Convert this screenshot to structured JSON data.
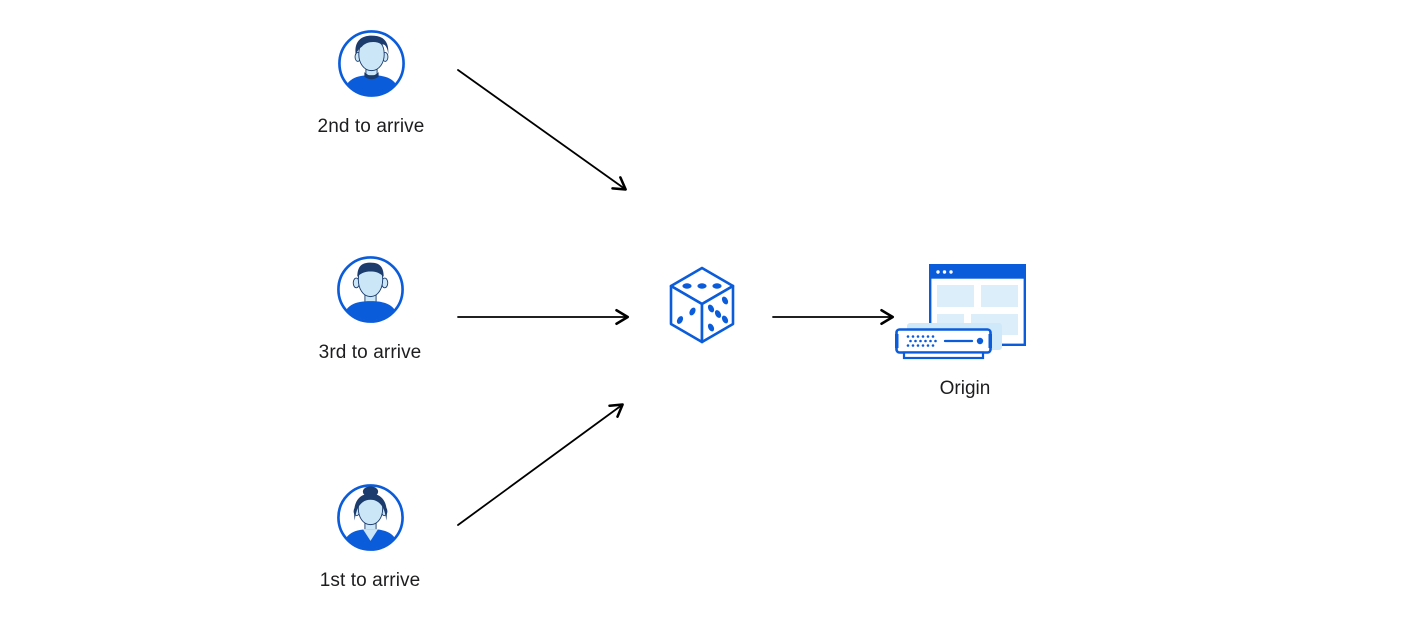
{
  "diagram": {
    "type": "flow",
    "nodes": [
      {
        "id": "user-2nd",
        "icon": "man-avatar-icon",
        "label": "2nd to arrive"
      },
      {
        "id": "user-3rd",
        "icon": "man-avatar-icon",
        "label": "3rd to arrive"
      },
      {
        "id": "user-1st",
        "icon": "woman-avatar-icon",
        "label": "1st to arrive"
      },
      {
        "id": "dice",
        "icon": "dice-icon",
        "label": ""
      },
      {
        "id": "origin",
        "icon": "origin-server-icon",
        "label": "Origin"
      }
    ],
    "edges": [
      {
        "from": "user-2nd",
        "to": "dice"
      },
      {
        "from": "user-3rd",
        "to": "dice"
      },
      {
        "from": "user-1st",
        "to": "dice"
      },
      {
        "from": "dice",
        "to": "origin"
      }
    ]
  },
  "colors": {
    "accent_blue": "#0b5cda",
    "navy": "#1c3c6e",
    "face_light_blue": "#cbe6f6",
    "pale_blue": "#ddeefb",
    "shadow_blue": "#cfe9fa",
    "arrow_black": "#000000",
    "text": "#1d1d1f",
    "background": "#ffffff"
  }
}
